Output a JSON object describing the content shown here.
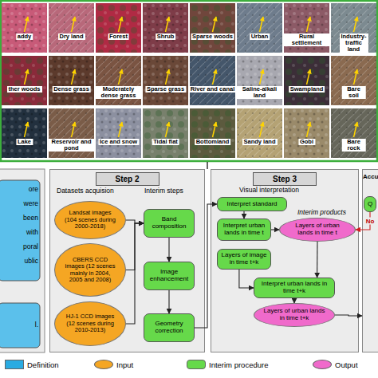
{
  "diagram": {
    "nodes": [
      {
        "text": [
          "Step 2",
          "Datasets acquision",
          "Interim steps"
        ]
      },
      {
        "text": [
          "Landsat images (104 scenes during 2000-2018)"
        ],
        "in": 0
      },
      {
        "text": [
          "CBERS CCD images (12 scenes mainly in 2004, 2005 and 2008)"
        ],
        "in": 0
      },
      {
        "text": [
          "HJ-1 CCD images (12 scenes during 2010-2013)"
        ],
        "in": 0
      },
      {
        "text": [
          "Band composition"
        ],
        "in": 0
      },
      {
        "text": [
          "Image enhancement"
        ],
        "in": 0
      },
      {
        "text": [
          "Geometry correction"
        ],
        "in": 0
      },
      {
        "text": [
          "Step 3",
          "Visual interpretation",
          "Interim products"
        ]
      },
      {
        "text": [
          "Interpret standard"
        ],
        "in": 7
      },
      {
        "text": [
          "Interpret urban lands in time t"
        ],
        "in": 7
      },
      {
        "text": [
          "Layers of urban lands in time t"
        ],
        "in": 7
      },
      {
        "text": [
          "Layers of image in time t+k"
        ],
        "in": 7
      },
      {
        "text": [
          "Interpret urban lands in time t+k"
        ],
        "in": 7
      },
      {
        "text": [
          "Layers of urban lands in time t+k"
        ],
        "in": 7
      },
      {
        "text": [
          "Accu"
        ]
      },
      {
        "text": [
          "Q"
        ],
        "in": 14
      }
    ],
    "edges": [
      {
        "from": 1,
        "to": 4,
        "arrow": "to"
      },
      {
        "from": 2,
        "to": 4,
        "arrow": "to"
      },
      {
        "from": 3,
        "to": 4,
        "arrow": "to"
      },
      {
        "from": 4,
        "to": 5,
        "arrow": "to"
      },
      {
        "from": 5,
        "to": 6,
        "arrow": "to"
      },
      {
        "from": 6,
        "to": 8,
        "arrow": "to"
      },
      {
        "from": 8,
        "to": 9,
        "arrow": "to"
      },
      {
        "from": 9,
        "to": 10,
        "arrow": "to"
      },
      {
        "from": 10,
        "to": 12,
        "arrow": "to"
      },
      {
        "from": 11,
        "to": 12,
        "arrow": "to"
      },
      {
        "from": 12,
        "to": 13,
        "arrow": "to"
      },
      {
        "from": 13,
        "to": 14,
        "arrow": "to"
      },
      {
        "from": 15,
        "to": 10,
        "label": "No",
        "arrow": "to"
      }
    ],
    "labels": [
      "addy",
      "Dry land",
      "Forest",
      "Shrub",
      "Sparse woods",
      "Urban",
      "Rural settlement",
      "Industry-traffic land",
      "ther woods",
      "Dense grass",
      "Moderately dense grass",
      "Sparse grass",
      "River and canal",
      "Saline-alkali land",
      "Swampland",
      "Bare soil",
      "Lake",
      "Reservoir and pond",
      "Ice and snow",
      "Tidal flat",
      "Bottomland",
      "Sandy land",
      "Gobi",
      "Bare rock",
      "ore",
      "were",
      "been",
      "with",
      "poral",
      "ublic",
      "l."
    ],
    "legend": [
      {
        "text": "Definition",
        "color": "#29abe2"
      },
      {
        "text": "Input",
        "color": "#f5a623"
      },
      {
        "text": "Interim procedure",
        "color": "#66d94a"
      },
      {
        "text": "Output",
        "color": "#f06acb"
      }
    ]
  }
}
